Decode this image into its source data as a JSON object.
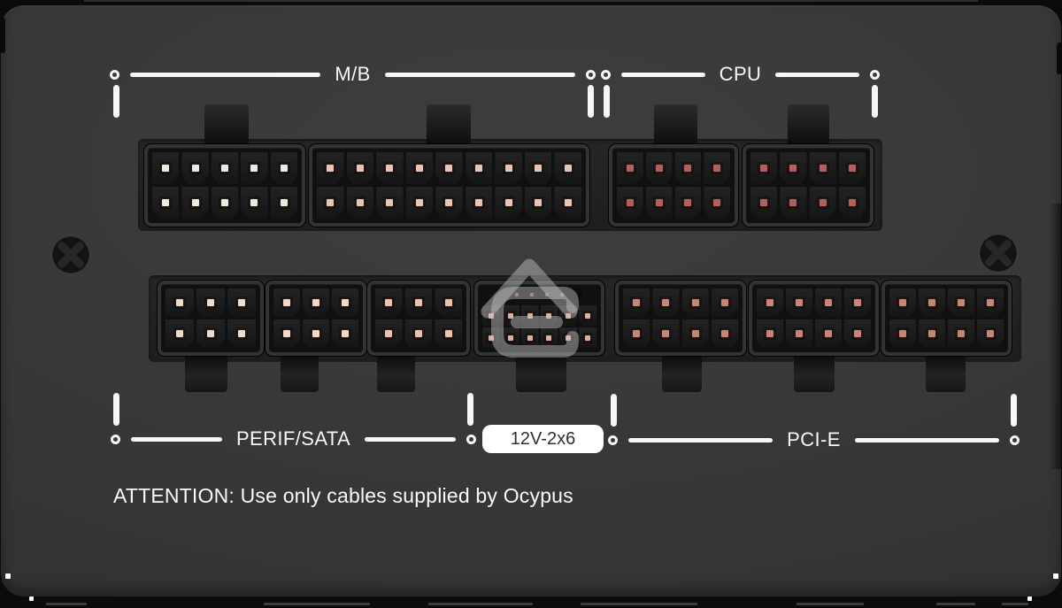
{
  "device": {
    "type": "psu-modular-cable-panel",
    "brand": "Ocypus"
  },
  "markings": {
    "color": "#f7f7f7",
    "mb_label": "M/B",
    "cpu_label": "CPU",
    "perif_sata_label": "PERIF/SATA",
    "hpwr_badge_label": "12V-2x6",
    "pcie_label": "PCI-E",
    "attention_text": "ATTENTION: Use only cables supplied by Ocypus"
  },
  "badge": {
    "bg": "#ffffff",
    "text_color": "#2f2f2f"
  },
  "connector_groups": {
    "mb": {
      "label": "M/B",
      "units": [
        {
          "pins": 10,
          "rows": 2,
          "cols": 5,
          "pin_color": "#f2e9de"
        },
        {
          "pins": 18,
          "rows": 2,
          "cols": 9,
          "pin_color": "#eac5b1"
        }
      ]
    },
    "cpu": {
      "label": "CPU",
      "units": [
        {
          "pins": 8,
          "rows": 2,
          "cols": 4,
          "pin_color": "#b4605a"
        },
        {
          "pins": 8,
          "rows": 2,
          "cols": 4,
          "pin_color": "#b4605a"
        }
      ]
    },
    "perif_sata": {
      "label": "PERIF/SATA",
      "units": [
        {
          "pins": 6,
          "rows": 2,
          "cols": 3,
          "pin_color": "#f0dbc9"
        },
        {
          "pins": 6,
          "rows": 2,
          "cols": 3,
          "pin_color": "#f0d9c6"
        },
        {
          "pins": 6,
          "rows": 2,
          "cols": 3,
          "pin_color": "#ecc2ae"
        }
      ]
    },
    "hpwr": {
      "label": "12V-2x6",
      "units": [
        {
          "pins": 12,
          "rows": 2,
          "cols": 6,
          "pin_color": "#e2ae99",
          "sense_pins": 4,
          "sense_pin_color": "#93564a"
        }
      ]
    },
    "pcie": {
      "label": "PCI-E",
      "units": [
        {
          "pins": 8,
          "rows": 2,
          "cols": 4,
          "pin_color": "#c98476"
        },
        {
          "pins": 8,
          "rows": 2,
          "cols": 4,
          "pin_color": "#c98476"
        },
        {
          "pins": 8,
          "rows": 2,
          "cols": 4,
          "pin_color": "#c98476"
        }
      ]
    }
  },
  "logo": {
    "name": "ocypus-hex-c-logo",
    "color": "rgba(198,198,198,0.46)"
  },
  "screws": {
    "type": "phillips",
    "count": 2
  }
}
